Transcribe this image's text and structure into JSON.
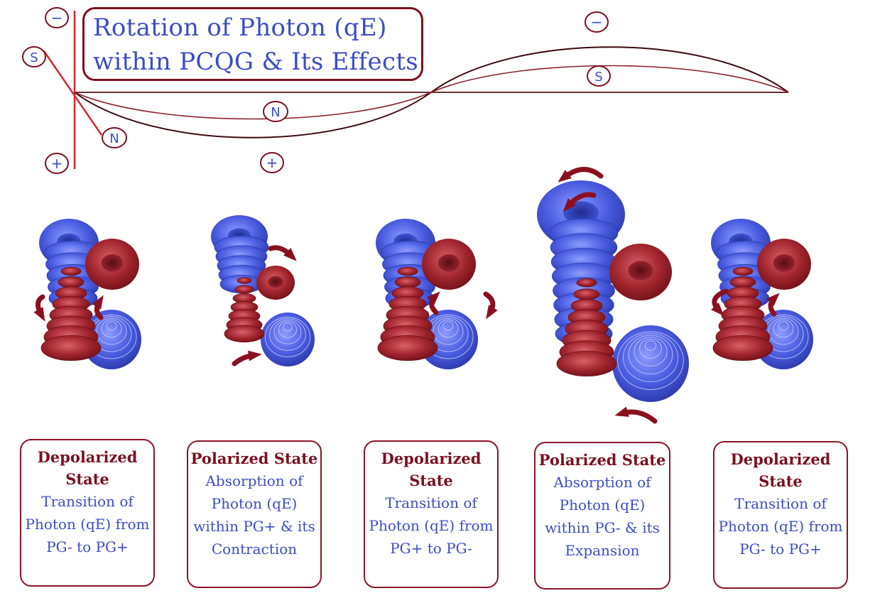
{
  "title": {
    "line1": "Rotation of Photon (qE)",
    "line2": "within PCQG & Its Effects"
  },
  "wave_labels": {
    "minus": "−",
    "plus": "+",
    "south": "S",
    "north": "N"
  },
  "states": [
    {
      "state": "Depolarized State",
      "description": "Transition of Photon (qE) from PG- to PG+"
    },
    {
      "state": "Polarized State",
      "description": "Absorption of Photon (qE) within PG+ & its Contraction"
    },
    {
      "state": "Depolarized State",
      "description": "Transition of Photon (qE) from PG+ to PG-"
    },
    {
      "state": "Polarized State",
      "description": "Absorption of Photon (qE) within PG- & its Expansion"
    },
    {
      "state": "Depolarized State",
      "description": "Transition of Photon (qE) from PG- to PG+"
    }
  ],
  "colors": {
    "frame": "#7a1020",
    "label_blue": "#3b4cc8",
    "torus_blue": "#4a5ce0",
    "torus_red": "#a32630",
    "arrow": "#8a1020"
  }
}
